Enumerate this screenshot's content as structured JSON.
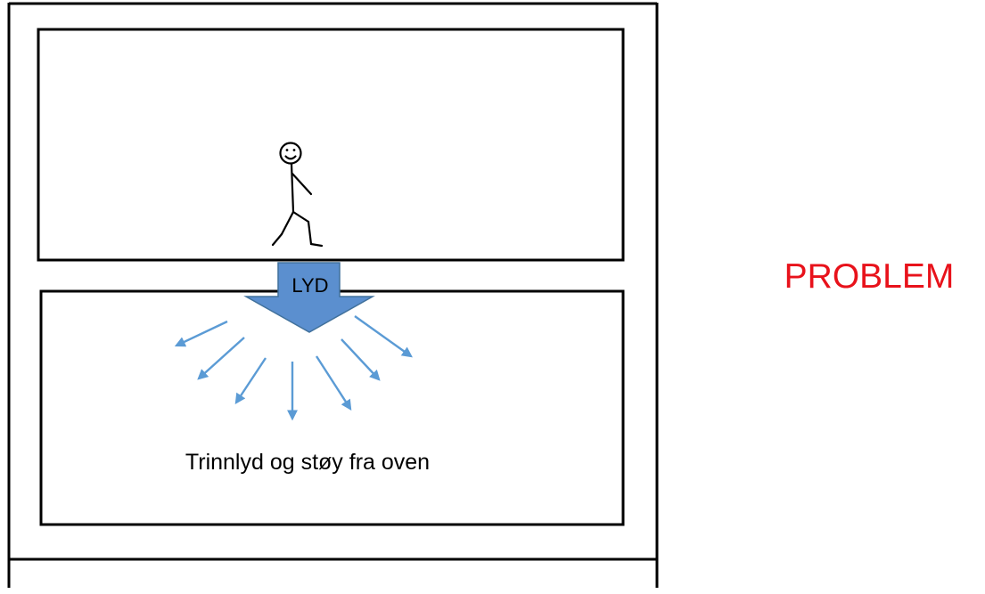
{
  "diagram": {
    "arrow_label": "LYD",
    "caption": "Trinnlyd og støy fra oven",
    "side_label": "PROBLEM"
  },
  "colors": {
    "line": "#000000",
    "arrow_fill": "#5b8fcf",
    "arrow_stroke": "#41719c",
    "ray": "#5b9bd5",
    "problem_text": "#e8121b"
  }
}
